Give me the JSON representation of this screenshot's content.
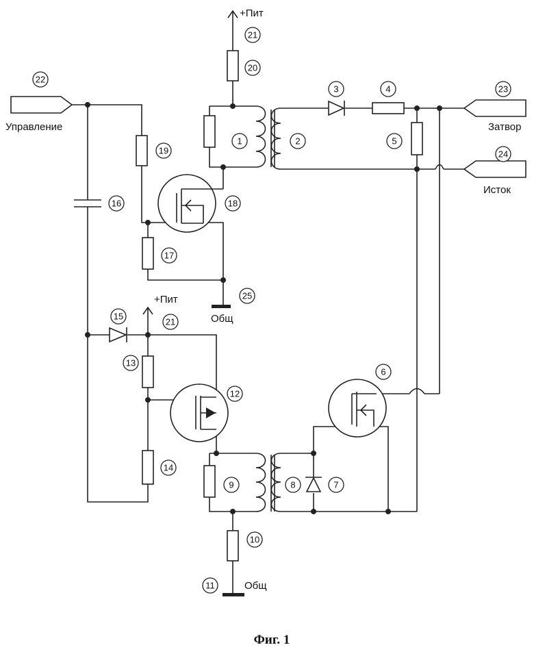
{
  "caption": "Фиг. 1",
  "terminals": {
    "control": "Управление",
    "gate": "Затвор",
    "source": "Исток",
    "power_top": "+Пит",
    "power_mid": "+Пит",
    "ground_top": "Общ",
    "ground_bottom": "Общ"
  },
  "ref_numbers": {
    "n1": "1",
    "n2": "2",
    "n3": "3",
    "n4": "4",
    "n5": "5",
    "n6": "6",
    "n7": "7",
    "n8": "8",
    "n9": "9",
    "n10": "10",
    "n11": "11",
    "n12": "12",
    "n13": "13",
    "n14": "14",
    "n15": "15",
    "n16": "16",
    "n17": "17",
    "n18": "18",
    "n19": "19",
    "n20": "20",
    "n21a": "21",
    "n21b": "21",
    "n22": "22",
    "n23": "23",
    "n24": "24",
    "n25": "25"
  }
}
